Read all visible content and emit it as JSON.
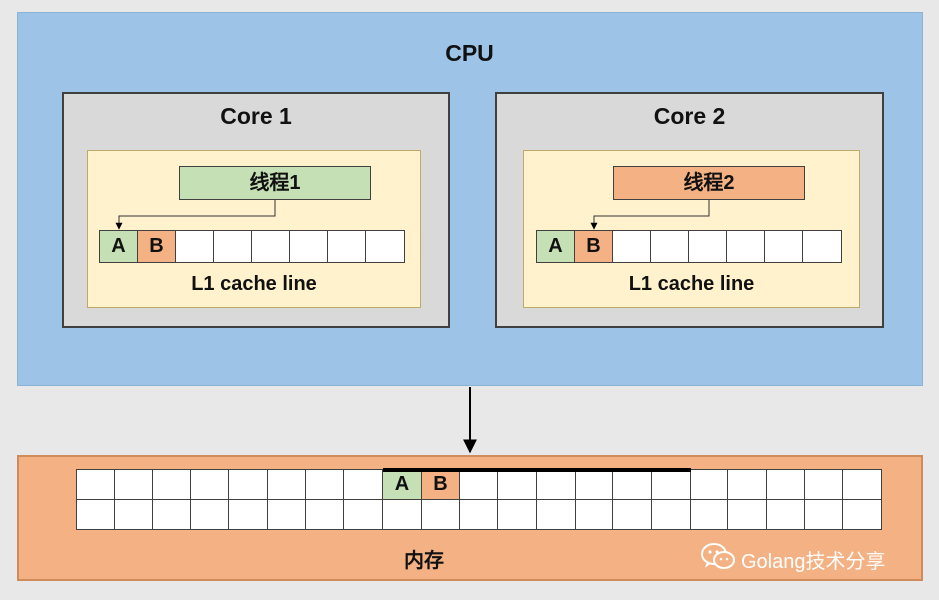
{
  "cpu": {
    "title": "CPU"
  },
  "cores": [
    {
      "title": "Core 1",
      "thread": "线程1",
      "cache_label": "L1 cache line"
    },
    {
      "title": "Core 2",
      "thread": "线程2",
      "cache_label": "L1 cache line"
    }
  ],
  "cache_cells": {
    "a": "A",
    "b": "B"
  },
  "memory": {
    "label": "内存",
    "cell_a": "A",
    "cell_b": "B"
  },
  "watermark": {
    "text": "Golang技术分享",
    "icon": "wechat-icon"
  },
  "colors": {
    "cpu": "#9dc3e6",
    "core": "#d9d9d9",
    "l1_cache": "#fff2cc",
    "thread1": "#c5e0b4",
    "thread2": "#f4b183",
    "memory": "#f4b183"
  }
}
